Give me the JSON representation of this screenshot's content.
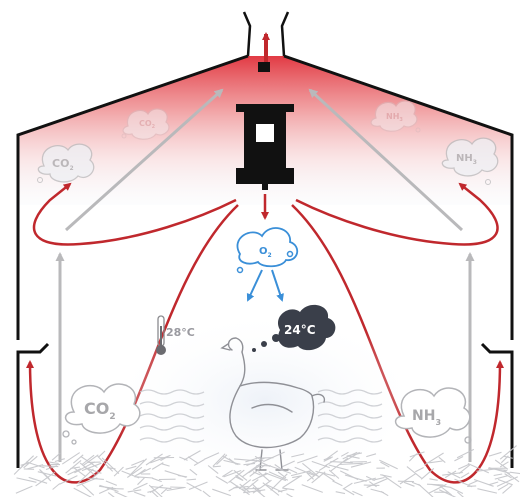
{
  "labels": {
    "top_left_small": {
      "main": "CO",
      "sub": "2"
    },
    "top_right_small": {
      "main": "NH",
      "sub": "3"
    },
    "left_mid": {
      "main": "CO",
      "sub": "2"
    },
    "right_mid": {
      "main": "NH",
      "sub": "3"
    },
    "oxygen": {
      "main": "O",
      "sub": "2"
    },
    "bottom_left": {
      "main": "CO",
      "sub": "2"
    },
    "bottom_right": {
      "main": "NH",
      "sub": "3"
    },
    "thermometer_temp": "28°C",
    "thought_temp": "24°C"
  },
  "colors": {
    "airflow_red": "#c0282d",
    "airflow_grey": "#b9b9bb",
    "oxygen_blue": "#3a8fd8",
    "roof_heat_red": "#e0303a",
    "structure_black": "#111111"
  }
}
